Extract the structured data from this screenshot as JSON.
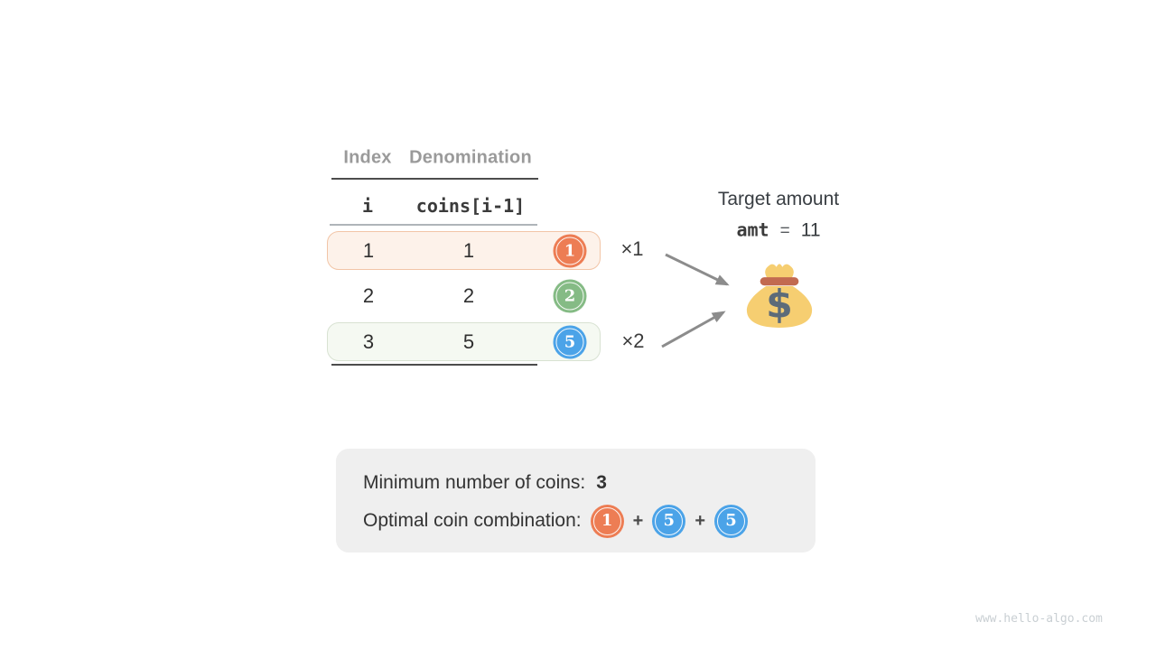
{
  "table": {
    "col_headers": [
      {
        "label": "Index"
      },
      {
        "label": "Denomination"
      }
    ],
    "var_headers": [
      {
        "label": "i"
      },
      {
        "label": "coins[i-1]"
      }
    ],
    "rows": [
      {
        "index": "1",
        "denomination": "1",
        "coin": "1"
      },
      {
        "index": "2",
        "denomination": "2",
        "coin": "2"
      },
      {
        "index": "3",
        "denomination": "5",
        "coin": "5"
      }
    ]
  },
  "target": {
    "title": "Target amount",
    "var_name": "amt",
    "equals": "=",
    "value": "11"
  },
  "annotations": {
    "times1": "×1",
    "times2": "×2"
  },
  "moneybag": {
    "dollar": "$"
  },
  "summary": {
    "min_label": "Minimum number of coins:",
    "min_value": "3",
    "optimal_label": "Optimal coin combination:",
    "plus": "+",
    "coins": [
      {
        "value": "1"
      },
      {
        "value": "5"
      },
      {
        "value": "5"
      }
    ]
  },
  "watermark": "www.hello-algo.com",
  "colors": {
    "coin_orange": "#ED7D54",
    "coin_green": "#85BB85",
    "coin_blue": "#4BA3E8",
    "row1_bg": "#FDF2EA",
    "row1_border": "#F2C5A7",
    "row3_bg": "#F5F9F2",
    "row3_border": "#D8E2D2",
    "summary_bg": "#EFEFEF",
    "arrow": "#8C8C8C",
    "line_dark": "#4C4C4C",
    "line_light": "#AFB5B9",
    "bag_yellow": "#F6CE71",
    "bag_band": "#C26A50",
    "bag_dollar": "#5D6B79"
  }
}
